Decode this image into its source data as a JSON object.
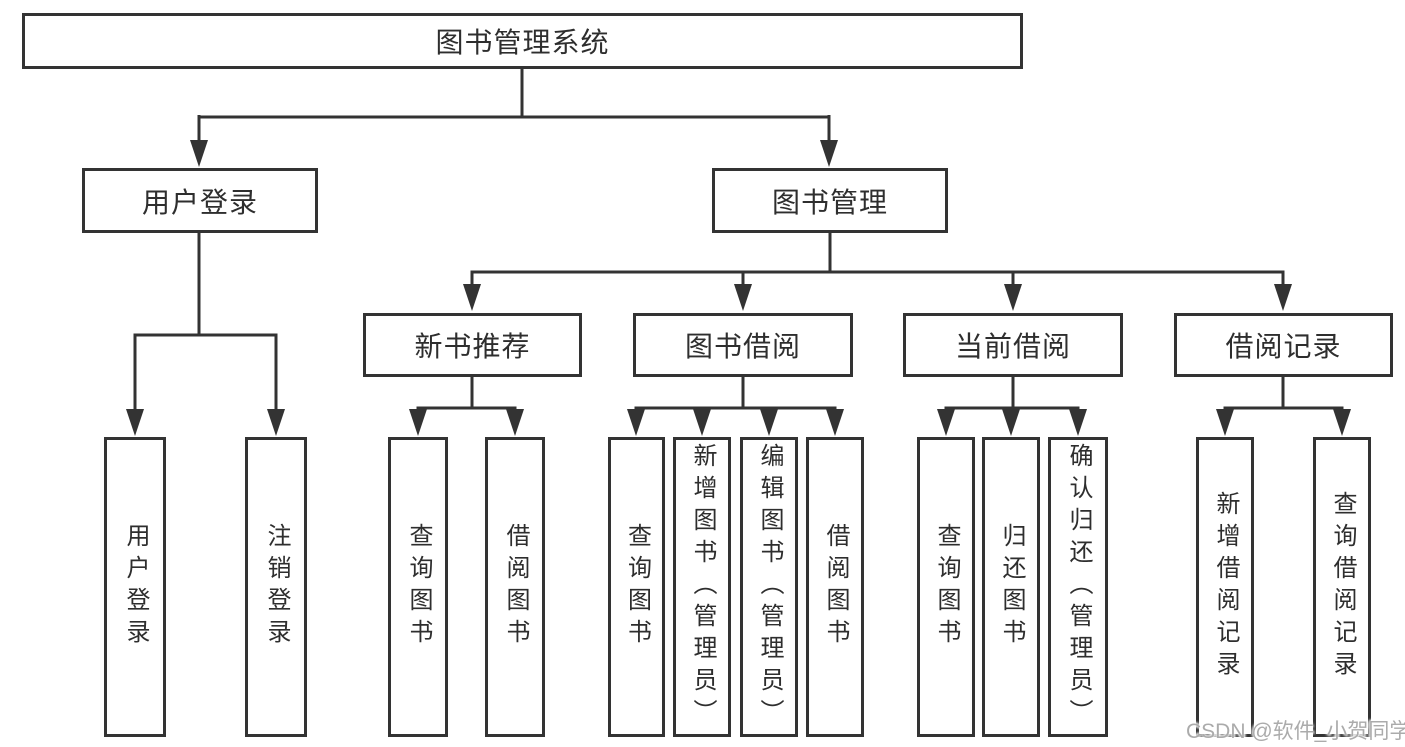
{
  "root": {
    "label": "图书管理系统"
  },
  "branches": {
    "user_login": {
      "label": "用户登录",
      "leaves": [
        "用户登录",
        "注销登录"
      ]
    },
    "book_mgmt": {
      "label": "图书管理",
      "sections": [
        {
          "label": "新书推荐",
          "leaves": [
            "查询图书",
            "借阅图书"
          ]
        },
        {
          "label": "图书借阅",
          "leaves": [
            "查询图书",
            "新增图书（管理员）",
            "编辑图书（管理员）",
            "借阅图书"
          ]
        },
        {
          "label": "当前借阅",
          "leaves": [
            "查询图书",
            "归还图书",
            "确认归还（管理员）"
          ]
        },
        {
          "label": "借阅记录",
          "leaves": [
            "新增借阅记录",
            "查询借阅记录"
          ]
        }
      ]
    }
  },
  "watermark": {
    "text": "CSDN @软件_小贺同学"
  },
  "colors": {
    "line": "#333333",
    "box_border": "#333333",
    "box_fill": "#ffffff",
    "text": "#2e2e2e",
    "background": "#ffffff",
    "watermark_text": "#ababab"
  }
}
